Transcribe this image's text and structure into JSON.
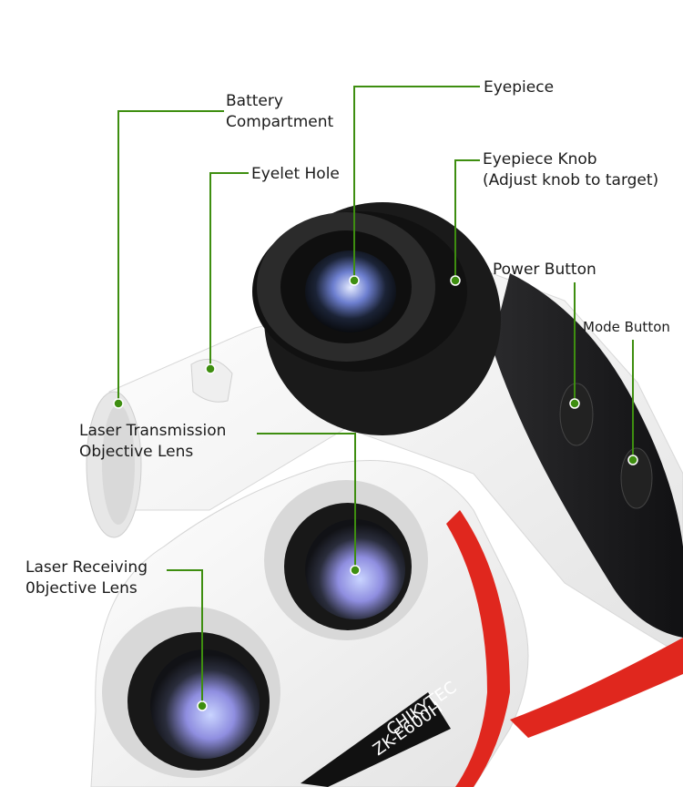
{
  "callouts": {
    "battery_compartment": {
      "line1": "Battery",
      "line2": "Compartment"
    },
    "eyelet_hole": {
      "text": "Eyelet Hole"
    },
    "eyepiece": {
      "text": "Eyepiece"
    },
    "eyepiece_knob": {
      "line1": "Eyepiece Knob",
      "line2": "(Adjust knob to target)"
    },
    "power_button": {
      "text": "Power Button"
    },
    "mode_button": {
      "text": "Mode Button"
    },
    "laser_transmission": {
      "line1": "Laser Transmission",
      "line2": "Objective Lens"
    },
    "laser_receiving": {
      "line1": "Laser Receiving",
      "line2": "0bjective Lens"
    }
  },
  "device": {
    "brand_model_line1": "CHIKYTEC",
    "brand_model_line2": "ZK-E600H"
  },
  "colors": {
    "leader_line": "#3e8e10",
    "leader_dot": "#3e8e10",
    "body_white": "#f2f2f2",
    "grip_black": "#1d1d1f",
    "accent_red": "#e0271e",
    "lens_blue": "#8aa6e8"
  }
}
